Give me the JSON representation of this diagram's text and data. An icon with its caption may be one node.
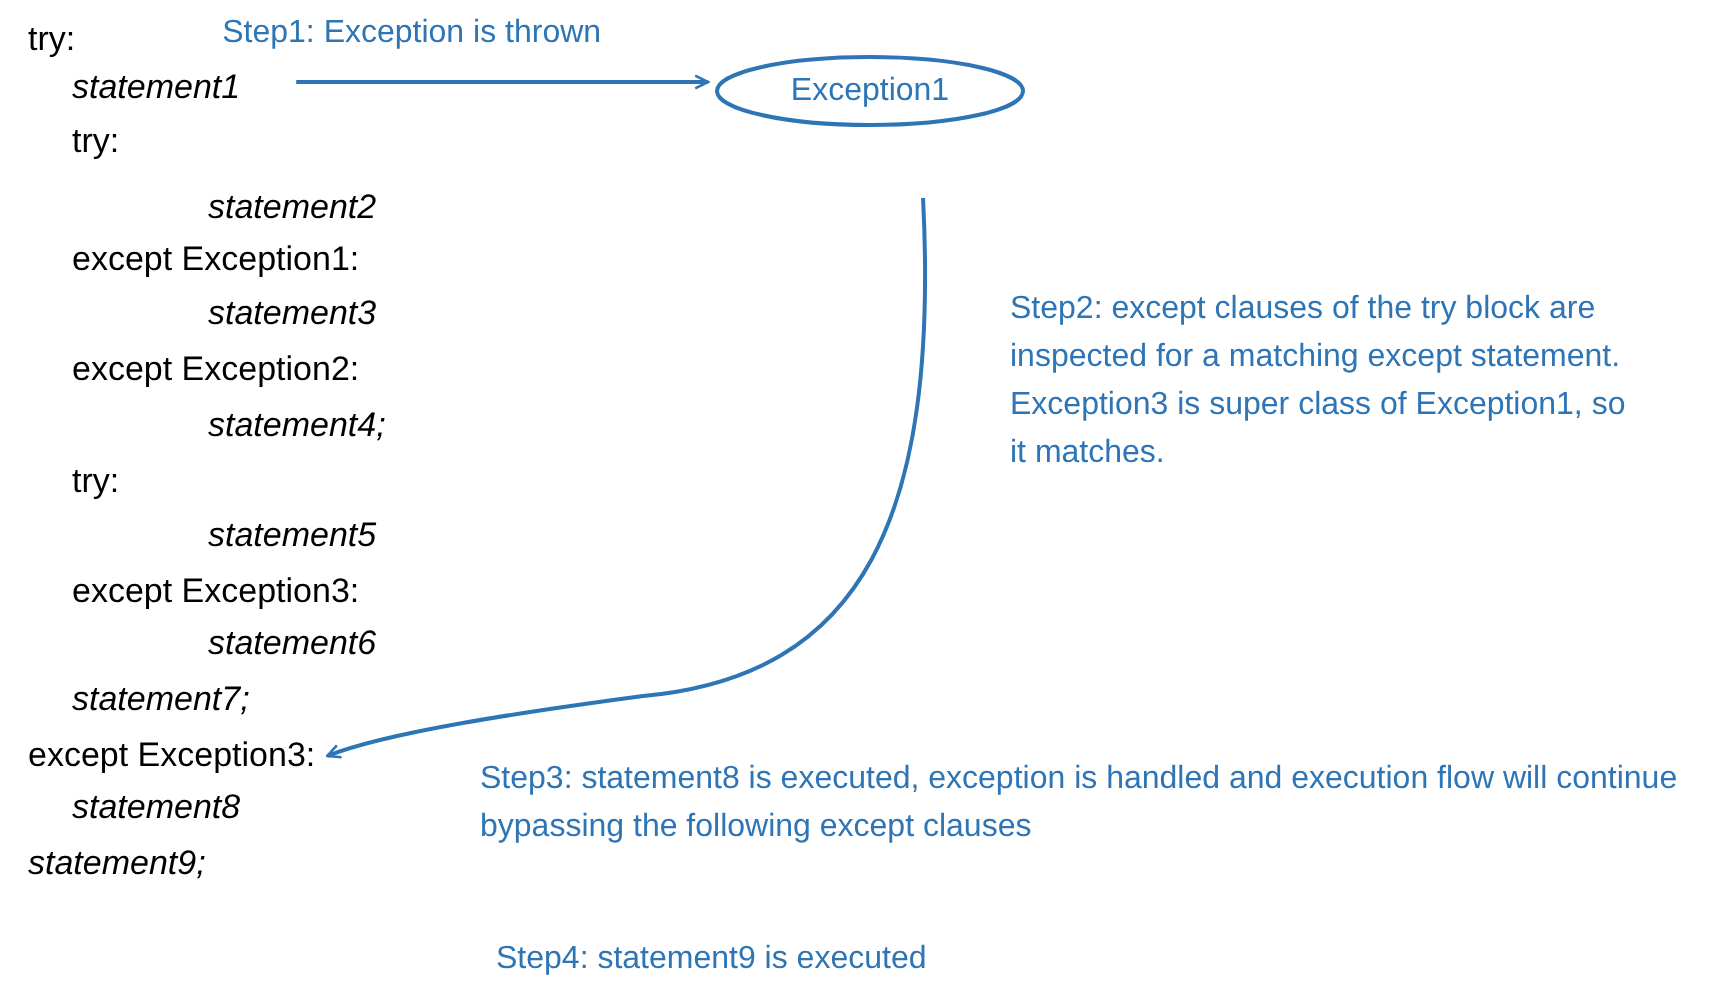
{
  "diagram": {
    "nodes": [
      {
        "text": [
          "statement1"
        ]
      },
      {
        "text": [
          "Exception1"
        ]
      },
      {
        "text": [
          "except Exception3:"
        ]
      }
    ],
    "edges": [
      {
        "from": 0,
        "to": 1,
        "arrow": "to",
        "label": "Step1: Exception is thrown"
      },
      {
        "from": 1,
        "to": 2,
        "arrow": "to"
      }
    ],
    "labels": [
      "try:",
      "try:",
      "statement2",
      "except Exception1:",
      "statement3",
      "except Exception2:",
      "statement4;",
      "try:",
      "statement5",
      "except Exception3:",
      "statement6",
      "statement7;",
      "statement8",
      "statement9;",
      "Step2: except clauses of the try block are inspected for a matching except statement. Exception3 is super class of Exception1, so it matches.",
      "Step3: statement8 is executed, exception is handled and execution flow will continue bypassing the following except clauses",
      "Step4: statement9 is executed"
    ]
  }
}
